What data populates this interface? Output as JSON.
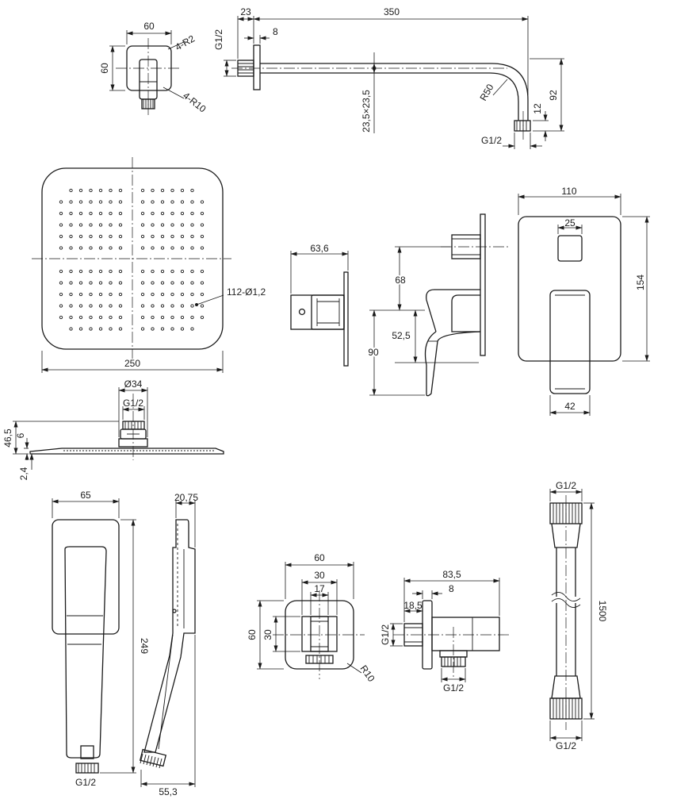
{
  "dims": {
    "arm_flange_w": "60",
    "arm_flange_h": "60",
    "arm_flange_r2": "4-R2",
    "arm_flange_r10": "4-R10",
    "arm_offset": "23",
    "arm_length": "350",
    "arm_plate": "8",
    "arm_thread_left": "G1/2",
    "arm_thread_right": "G1/2",
    "arm_radius": "R50",
    "arm_tube": "23,5×23,5",
    "arm_drop": "12",
    "arm_height": "92",
    "head_width": "250",
    "head_nozzles": "112-Ø1,2",
    "head_neck_d": "Ø34",
    "head_neck_thread": "G1/2",
    "head_height": "46,5",
    "head_thin": "6",
    "head_edge": "2,4",
    "mixer_depth": "63,6",
    "mixer_v1": "68",
    "mixer_v2": "52,5",
    "mixer_v3": "90",
    "mixer_plate_w": "110",
    "mixer_square": "25",
    "mixer_plate_h": "154",
    "mixer_handle_w": "42",
    "hand_w": "65",
    "hand_len": "249",
    "hand_thread": "G1/2",
    "hand_thick": "20,75",
    "hand_depth": "55,3",
    "outlet_w": "60",
    "outlet_inner": "30",
    "outlet_slot": "17",
    "outlet_h": "60",
    "outlet_h_inner": "30",
    "outlet_radius": "R10",
    "outlet_len": "83,5",
    "outlet_plate": "8",
    "outlet_offset": "18,5",
    "outlet_thread_side": "G1/2",
    "outlet_thread_bottom": "G1/2",
    "hose_thread_top": "G1/2",
    "hose_len": "1500",
    "hose_thread_bottom": "G1/2"
  }
}
